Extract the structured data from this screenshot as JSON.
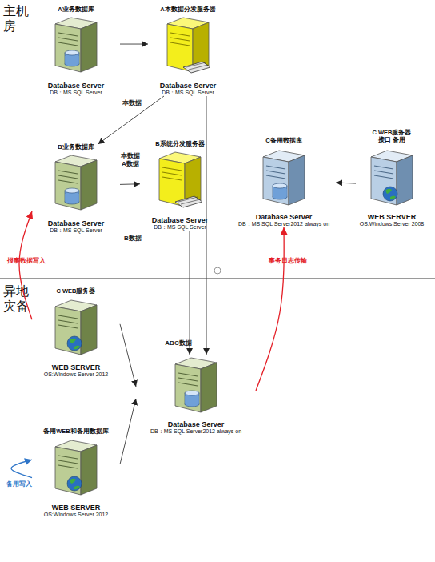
{
  "diagram": {
    "nodes": [
      {
        "text": [
          "主机房"
        ]
      },
      {
        "text": [
          "A业务数据库",
          "Database Server",
          "DB：MS SQL Server"
        ],
        "in": 0
      },
      {
        "text": [
          "A本数据分发服务器",
          "Database Server",
          "DB：MS SQL Server"
        ],
        "in": 0
      },
      {
        "text": [
          "B业务数据库",
          "Database Server",
          "DB：MS SQL Server"
        ],
        "in": 0
      },
      {
        "text": [
          "B系统分发服务器",
          "Database Server",
          "DB：MS SQL Server"
        ],
        "in": 0
      },
      {
        "text": [
          "C备用数据库",
          "Database Server",
          "DB：MS SQL Server2012 always on"
        ],
        "in": 0
      },
      {
        "text": [
          "C WEB服务器 接口 备用",
          "WEB SERVER",
          "OS:Windows Server 2008"
        ],
        "in": 0
      },
      {
        "text": [
          "异地灾备"
        ]
      },
      {
        "text": [
          "C WEB服务器",
          "WEB SERVER",
          "OS:Windows Server 2012"
        ],
        "in": 7
      },
      {
        "text": [
          "Database Server",
          "DB：MS SQL Server2012 always on"
        ],
        "in": 7
      },
      {
        "text": [
          "备用WEB和备用数据库",
          "WEB SERVER",
          "OS:Windows Server 2012"
        ],
        "in": 7
      }
    ],
    "edges": [
      {
        "from": 1,
        "to": 2,
        "arrow": "to"
      },
      {
        "from": 2,
        "to": 3,
        "arrow": "to",
        "label": "本数据"
      },
      {
        "from": 3,
        "to": 4,
        "arrow": "to",
        "label": "本数据 A数据"
      },
      {
        "from": 4,
        "to": 9,
        "arrow": "to",
        "label": "B数据"
      },
      {
        "from": 2,
        "to": 9,
        "arrow": "to"
      },
      {
        "from": 8,
        "to": 9,
        "arrow": "to"
      },
      {
        "from": 10,
        "to": 9,
        "arrow": "to"
      },
      {
        "from": 8,
        "to": 3,
        "arrow": "to",
        "label": "报事数据写入"
      },
      {
        "from": 9,
        "to": 5,
        "arrow": "to",
        "label": "事务日志传输"
      },
      {
        "from": 6,
        "to": 5,
        "arrow": "to"
      },
      {
        "from": 10,
        "to": 10,
        "arrow": "to",
        "label": "备用写入"
      }
    ],
    "labels": [
      "ABC数据"
    ]
  }
}
